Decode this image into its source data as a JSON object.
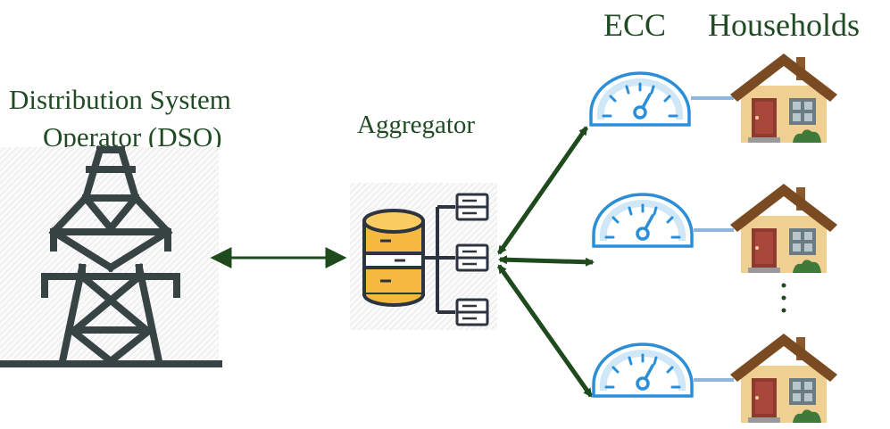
{
  "labels": {
    "dso_line1": "Distribution System",
    "dso_line2": "Operator (DSO)",
    "aggregator": "Aggregator",
    "ecc": "ECC",
    "households": "Households"
  },
  "colors": {
    "text": "#1f4a23",
    "arrow": "#1e4a1e",
    "tower": "#384444",
    "gauge": "#2a8fd8",
    "gauge_fill": "#cfe7f7",
    "house_wall": "#f0cf93",
    "house_roof": "#7a4a22",
    "db_body": "#f5b840",
    "server": "#2d3440"
  },
  "icons": {
    "dso": "transmission-tower-icon",
    "aggregator": "database-server-icon",
    "meter": "ecc-meter-icon",
    "house": "house-icon",
    "ellipsis": "vertical-ellipsis-icon"
  }
}
